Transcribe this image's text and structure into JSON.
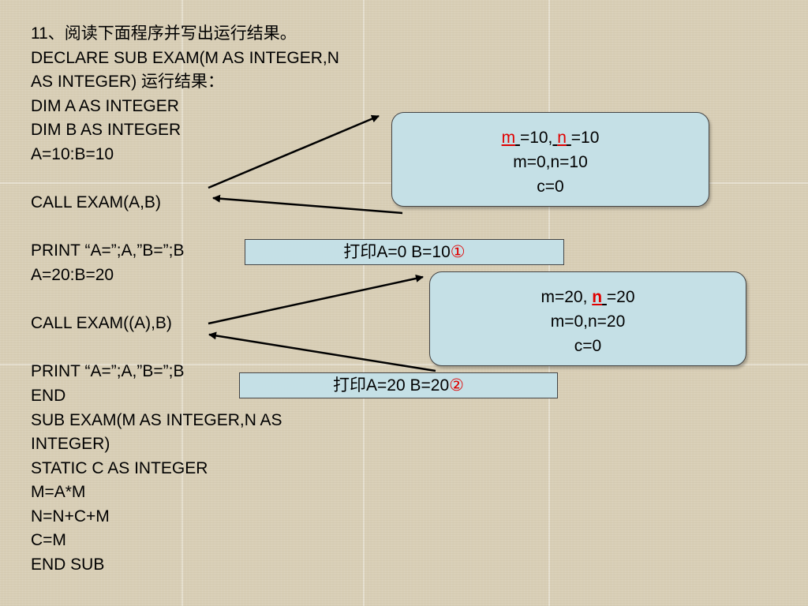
{
  "code_lines": [
    "11、阅读下面程序并写出运行结果。",
    "DECLARE SUB EXAM(M AS INTEGER,N",
    "AS INTEGER) 运行结果：",
    "DIM A AS INTEGER",
    "DIM B AS INTEGER",
    "A=10:B=10",
    "",
    "CALL EXAM(A,B)",
    "",
    "PRINT “A=”;A,”B=”;B",
    "A=20:B=20",
    "",
    "CALL EXAM((A),B)",
    "",
    "PRINT “A=”;A,”B=”;B",
    "END",
    "SUB EXAM(M AS INTEGER,N AS",
    "INTEGER)",
    "STATIC C AS INTEGER",
    "M=A*M",
    "N=N+C+M",
    "C=M",
    "END SUB"
  ],
  "box1": {
    "line1": {
      "pad_before": " ",
      "m_label": "m",
      "pad_mid1": " ",
      "eq1": "=10,",
      "pad_mid2": " ",
      "n_label": "n",
      "pad_after": " ",
      "eq2": "=10"
    },
    "line2": "m=0,n=10",
    "line3": "c=0"
  },
  "bar1": {
    "text": "打印A=0  B=10",
    "mark": "①"
  },
  "box2": {
    "line1": {
      "prefix": "m=20, ",
      "n_label": "n",
      "pad": " ",
      "eq": "=20"
    },
    "line2": "m=0,n=20",
    "line3": "c=0"
  },
  "bar2": {
    "text": "打印A=20  B=20",
    "mark": "②"
  },
  "colors": {
    "background": "#d9cfb7",
    "box_fill": "#c5e0e6",
    "highlight": "#e00000"
  }
}
